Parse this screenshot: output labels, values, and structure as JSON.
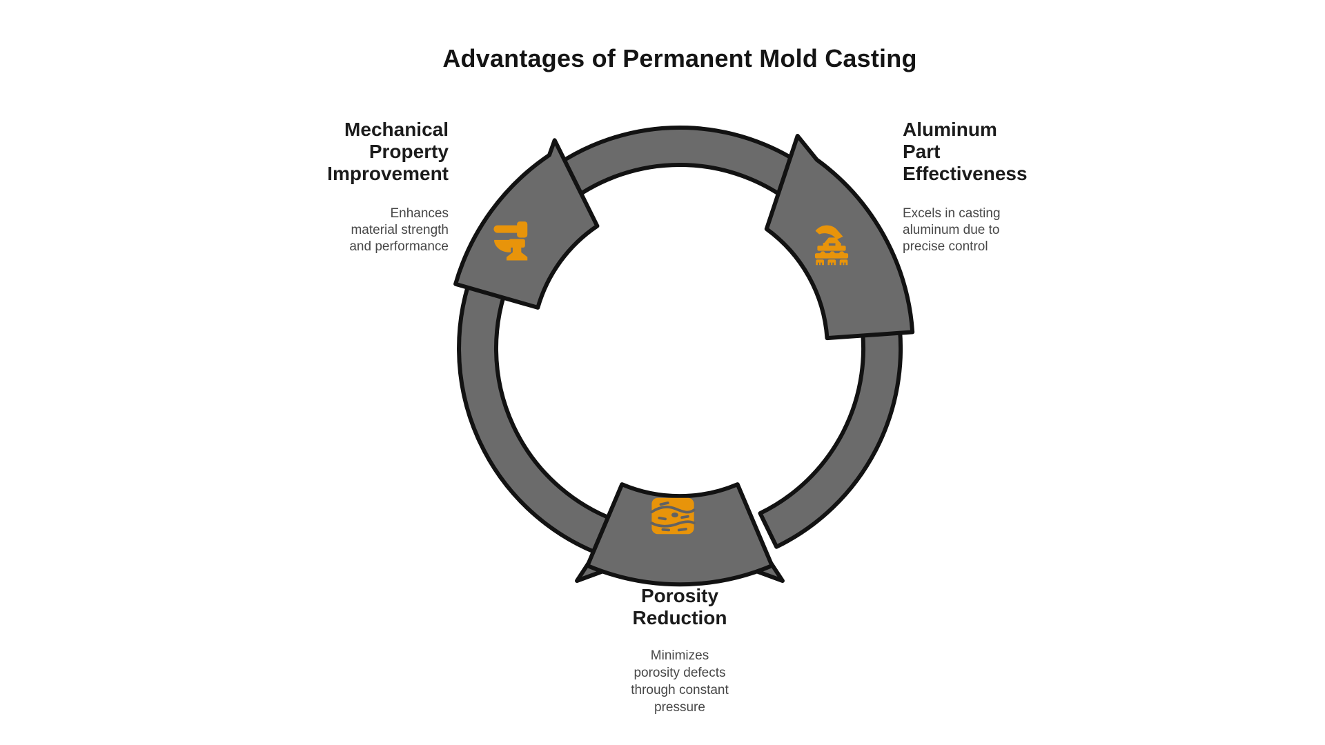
{
  "title": "Advantages of Permanent Mold Casting",
  "colors": {
    "ring_fill": "#6B6B6B",
    "outline": "#121212",
    "accent_orange": "#E8940A",
    "heading_text": "#1b1b1b",
    "body_text": "#474747",
    "background": "#ffffff"
  },
  "nodes": [
    {
      "id": "mechanical-property-improvement",
      "heading": "Mechanical\nProperty\nImprovement",
      "body": "Enhances\nmaterial strength\nand performance",
      "icon": "hammer-anvil-icon",
      "position": "top-left"
    },
    {
      "id": "aluminum-part-effectiveness",
      "heading": "Aluminum\nPart\nEffectiveness",
      "body": "Excels in casting\naluminum due to\nprecise control",
      "icon": "casting-press-icon",
      "position": "top-right"
    },
    {
      "id": "porosity-reduction",
      "heading": "Porosity\nReduction",
      "body": "Minimizes\nporosity defects\nthrough constant\npressure",
      "icon": "porosity-texture-icon",
      "position": "bottom"
    }
  ]
}
